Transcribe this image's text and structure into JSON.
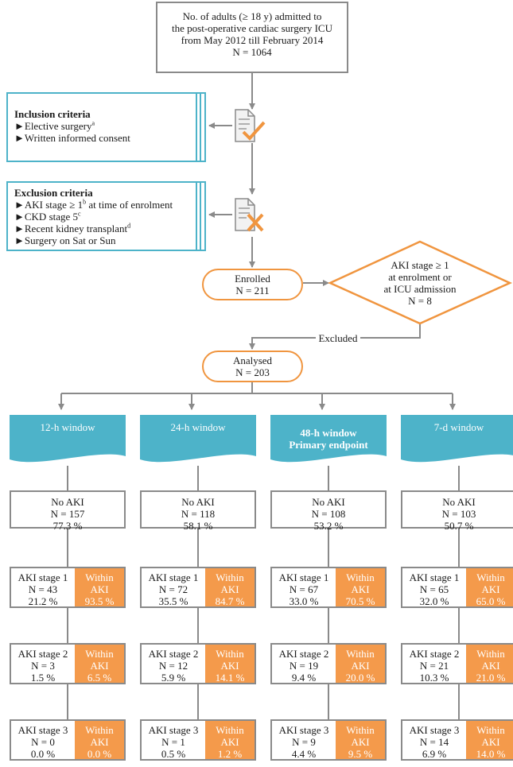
{
  "top_box": {
    "line1": "No. of adults (≥ 18 y) admitted to",
    "line2": "the post-operative cardiac surgery ICU",
    "line3": "from May 2012 till February 2014",
    "line4": "N = 1064"
  },
  "inclusion": {
    "title": "Inclusion criteria",
    "items": [
      {
        "text": "Elective surgery",
        "sup": "a"
      },
      {
        "text": "Written informed consent",
        "sup": ""
      }
    ]
  },
  "exclusion": {
    "title": "Exclusion criteria",
    "items": [
      {
        "text": "AKI stage ≥ 1",
        "sup": "b",
        "after": " at time of enrolment"
      },
      {
        "text": "CKD stage 5",
        "sup": "c",
        "after": ""
      },
      {
        "text": "Recent kidney transplant",
        "sup": "d",
        "after": ""
      },
      {
        "text": "Surgery on Sat or Sun",
        "sup": "",
        "after": ""
      }
    ]
  },
  "bullet": "►",
  "enrolled": {
    "label": "Enrolled",
    "n": "N = 211"
  },
  "diamond": {
    "line1": "AKI stage ≥ 1",
    "line2": "at enrolment or",
    "line3": "at ICU admission",
    "line4": "N = 8"
  },
  "excluded_label": "Excluded",
  "analysed": {
    "label": "Analysed",
    "n": "N = 203"
  },
  "colors": {
    "teal": "#4db3c9",
    "orange": "#f0953f",
    "orange_fill": "#f49a4b",
    "gray": "#8a8a8a"
  },
  "windows": [
    {
      "title": "12-h window",
      "subtitle": "",
      "bold": false,
      "no_aki": {
        "label": "No AKI",
        "n": "N = 157",
        "pct": "77.3 %"
      },
      "stages": [
        {
          "label": "AKI stage 1",
          "n": "N = 43",
          "pct": "21.2 %",
          "within1": "Within",
          "within2": "AKI",
          "within_pct": "93.5 %"
        },
        {
          "label": "AKI stage 2",
          "n": "N = 3",
          "pct": "1.5 %",
          "within1": "Within",
          "within2": "AKI",
          "within_pct": "6.5 %"
        },
        {
          "label": "AKI stage 3",
          "n": "N = 0",
          "pct": "0.0 %",
          "within1": "Within",
          "within2": "AKI",
          "within_pct": "0.0 %"
        }
      ]
    },
    {
      "title": "24-h window",
      "subtitle": "",
      "bold": false,
      "no_aki": {
        "label": "No AKI",
        "n": "N = 118",
        "pct": "58.1 %"
      },
      "stages": [
        {
          "label": "AKI stage 1",
          "n": "N = 72",
          "pct": "35.5 %",
          "within1": "Within",
          "within2": "AKI",
          "within_pct": "84.7 %"
        },
        {
          "label": "AKI stage 2",
          "n": "N = 12",
          "pct": "5.9 %",
          "within1": "Within",
          "within2": "AKI",
          "within_pct": "14.1 %"
        },
        {
          "label": "AKI stage 3",
          "n": "N = 1",
          "pct": "0.5 %",
          "within1": "Within",
          "within2": "AKI",
          "within_pct": "1.2 %"
        }
      ]
    },
    {
      "title": "48-h window",
      "subtitle": "Primary endpoint",
      "bold": true,
      "no_aki": {
        "label": "No AKI",
        "n": "N = 108",
        "pct": "53.2 %"
      },
      "stages": [
        {
          "label": "AKI stage 1",
          "n": "N = 67",
          "pct": "33.0 %",
          "within1": "Within",
          "within2": "AKI",
          "within_pct": "70.5 %"
        },
        {
          "label": "AKI stage 2",
          "n": "N = 19",
          "pct": "9.4 %",
          "within1": "Within",
          "within2": "AKI",
          "within_pct": "20.0 %"
        },
        {
          "label": "AKI stage 3",
          "n": "N = 9",
          "pct": "4.4 %",
          "within1": "Within",
          "within2": "AKI",
          "within_pct": "9.5 %"
        }
      ]
    },
    {
      "title": "7-d window",
      "subtitle": "",
      "bold": false,
      "no_aki": {
        "label": "No AKI",
        "n": "N = 103",
        "pct": "50.7 %"
      },
      "stages": [
        {
          "label": "AKI stage 1",
          "n": "N = 65",
          "pct": "32.0 %",
          "within1": "Within",
          "within2": "AKI",
          "within_pct": "65.0 %"
        },
        {
          "label": "AKI stage 2",
          "n": "N = 21",
          "pct": "10.3 %",
          "within1": "Within",
          "within2": "AKI",
          "within_pct": "21.0 %"
        },
        {
          "label": "AKI stage 3",
          "n": "N = 14",
          "pct": "6.9 %",
          "within1": "Within",
          "within2": "AKI",
          "within_pct": "14.0 %"
        }
      ]
    }
  ]
}
